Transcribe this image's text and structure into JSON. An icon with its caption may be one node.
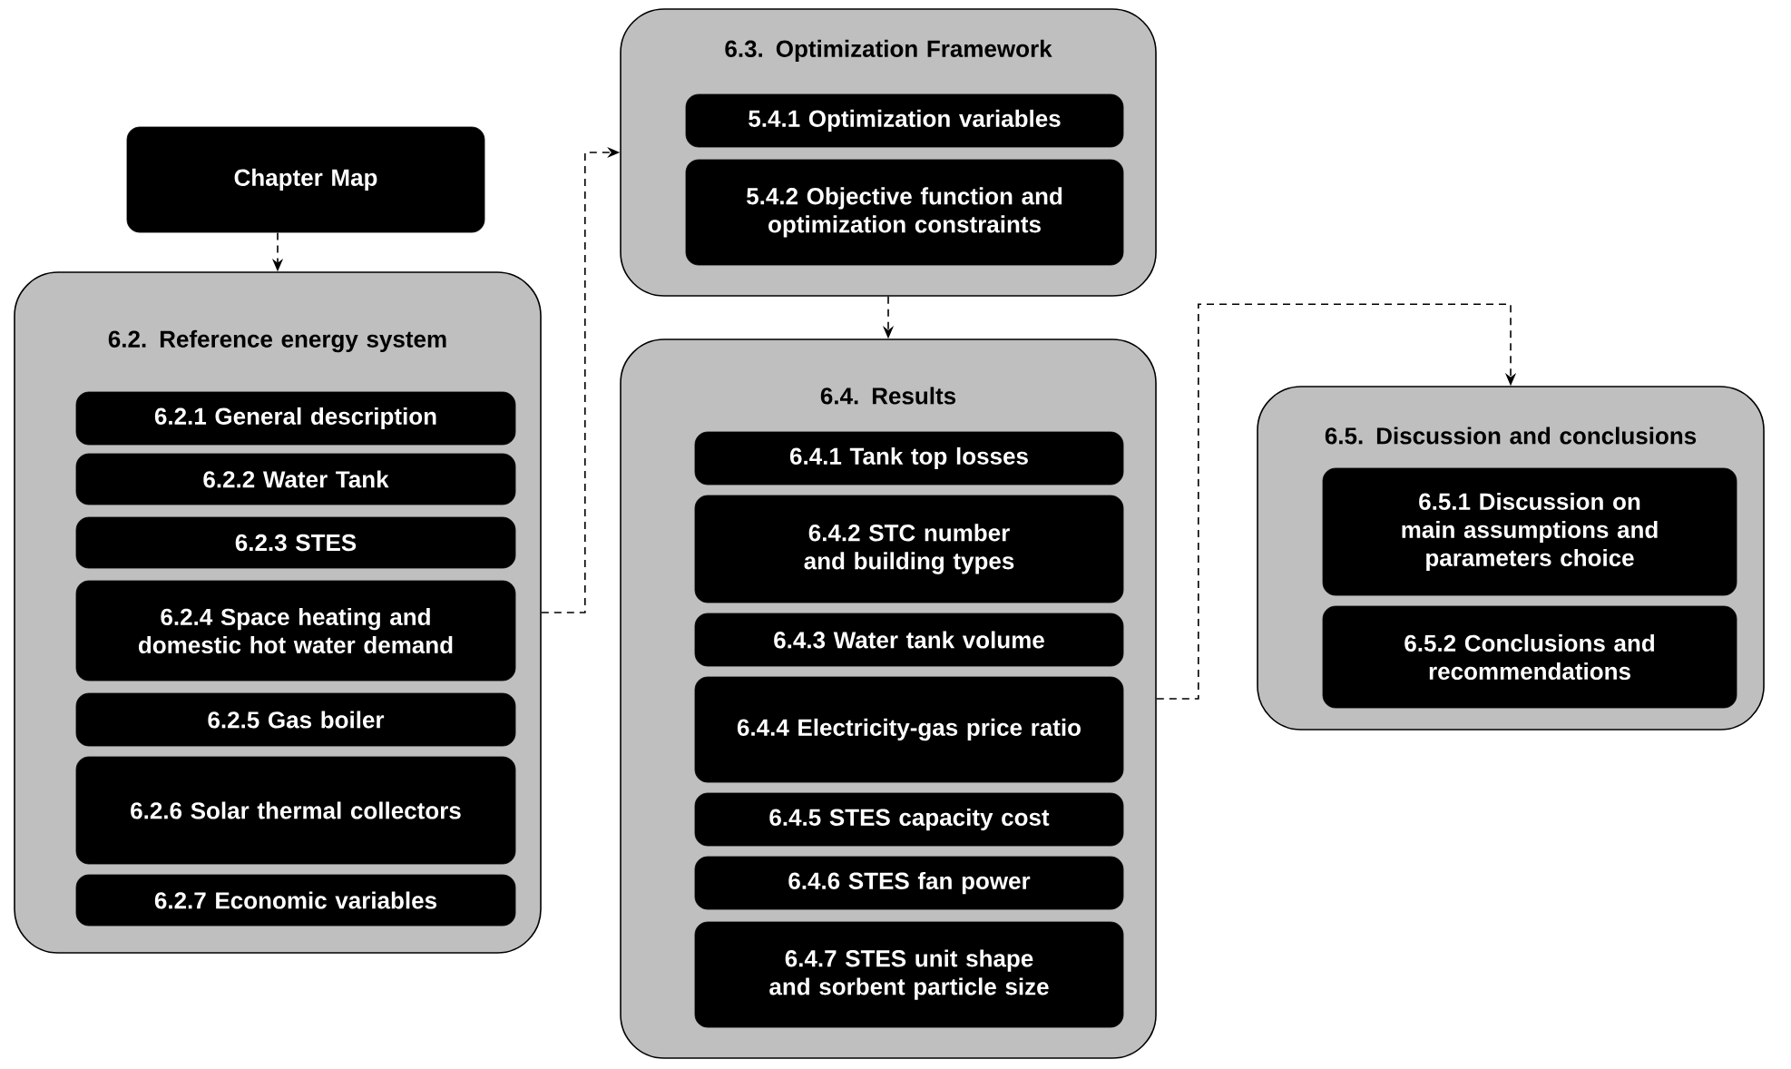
{
  "diagram": {
    "nodes": [
      {
        "text": [
          "Chapter Map"
        ]
      },
      {
        "text": [
          "6.2. Reference energy system"
        ]
      },
      {
        "text": [
          "6.2.1 General description"
        ],
        "in": 1
      },
      {
        "text": [
          "6.2.2 Water Tank"
        ],
        "in": 1
      },
      {
        "text": [
          "6.2.3 STES"
        ],
        "in": 1
      },
      {
        "text": [
          "6.2.4 Space heating and domestic hot water demand"
        ],
        "in": 1
      },
      {
        "text": [
          "6.2.5 Gas boiler"
        ],
        "in": 1
      },
      {
        "text": [
          "6.2.6 Solar thermal collectors"
        ],
        "in": 1
      },
      {
        "text": [
          "6.2.7 Economic variables"
        ],
        "in": 1
      },
      {
        "text": [
          "6.3. Optimization Framework"
        ]
      },
      {
        "text": [
          "5.4.1 Optimization variables"
        ],
        "in": 9
      },
      {
        "text": [
          "5.4.2 Objective function and optimization constraints"
        ],
        "in": 9
      },
      {
        "text": [
          "6.4. Results"
        ]
      },
      {
        "text": [
          "6.4.1 Tank top losses"
        ],
        "in": 12
      },
      {
        "text": [
          "6.4.2 STC number and building types"
        ],
        "in": 12
      },
      {
        "text": [
          "6.4.3 Water tank volume"
        ],
        "in": 12
      },
      {
        "text": [
          "6.4.4 Electricity-gas price ratio"
        ],
        "in": 12
      },
      {
        "text": [
          "6.4.5 STES capacity cost"
        ],
        "in": 12
      },
      {
        "text": [
          "6.4.6 STES fan power"
        ],
        "in": 12
      },
      {
        "text": [
          "6.4.7 STES unit shape and sorbent particle size"
        ],
        "in": 12
      },
      {
        "text": [
          "6.5. Discussion and conclusions"
        ]
      },
      {
        "text": [
          "6.5.1 Discussion on main assumptions and parameters choice"
        ],
        "in": 20
      },
      {
        "text": [
          "6.5.2 Conclusions and recommendations"
        ],
        "in": 20
      }
    ],
    "edges": [
      {
        "from": 0,
        "to": 1,
        "arrow": "to",
        "style": "dashed"
      },
      {
        "from": 1,
        "to": 9,
        "arrow": "to",
        "style": "dashed"
      },
      {
        "from": 9,
        "to": 12,
        "arrow": "to",
        "style": "dashed"
      },
      {
        "from": 12,
        "to": 20,
        "arrow": "to",
        "style": "dashed"
      }
    ]
  }
}
